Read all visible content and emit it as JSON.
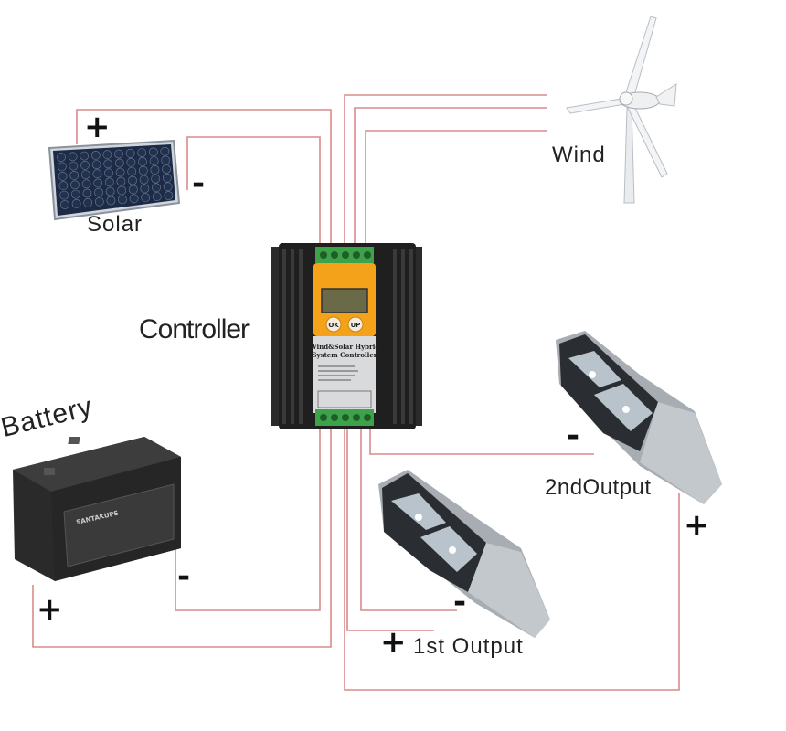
{
  "labels": {
    "solar": "Solar",
    "wind": "Wind",
    "controller": "Controller",
    "battery": "Battery",
    "output1": "1st  Output",
    "output2": "2ndOutput"
  },
  "signs": {
    "solar_plus": "+",
    "solar_minus": "-",
    "battery_plus": "+",
    "battery_minus": "-",
    "out1_plus": "+",
    "out1_minus": "-",
    "out2_plus": "+",
    "out2_minus": "-"
  },
  "controller_device": {
    "ok_button": "OK",
    "up_button": "UP",
    "title_line1": "Wind&Solar Hybrid",
    "title_line2": "System Controller"
  },
  "battery_device": {
    "brand": "SANTAKUPS"
  },
  "colors": {
    "wire": "#d98a8a",
    "controller_body": "#1f1f1f",
    "controller_panel": "#f5a21b",
    "terminal": "#3ea24a",
    "battery_body": "#2a2a2a",
    "solar_cell": "#22324e"
  }
}
